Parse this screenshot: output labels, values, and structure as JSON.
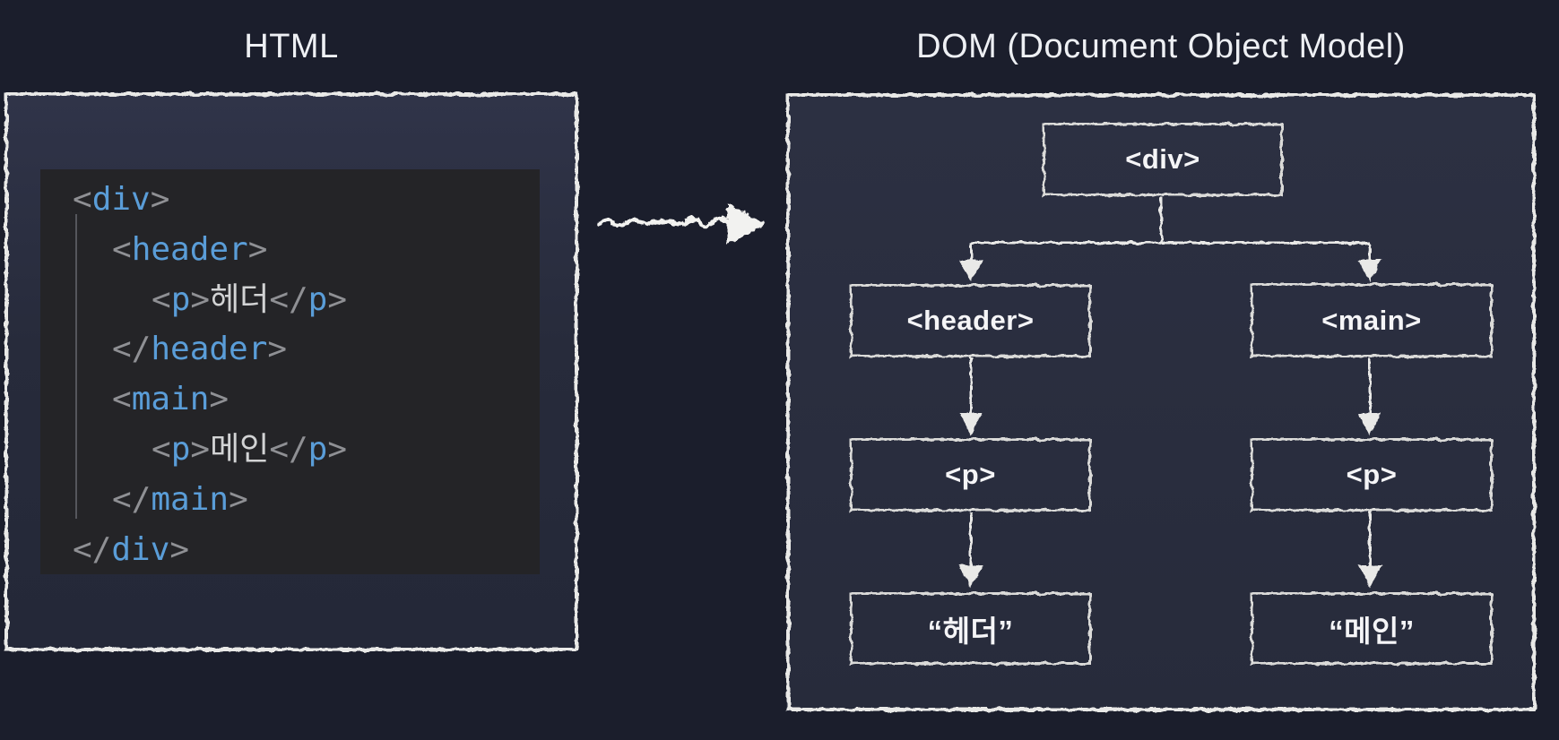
{
  "titles": {
    "html": "HTML",
    "dom": "DOM (Document Object Model)"
  },
  "colors": {
    "page_bg": "#1b1e2c",
    "panel_bg": "#272b3b",
    "chalk_stroke": "#e9e9e7",
    "code_bg": "#242427",
    "code_tag": "#5a9dd8",
    "code_punct": "#8f9094",
    "code_text": "#d2d3d4",
    "node_text": "#f5f5f7"
  },
  "code": {
    "lines": [
      {
        "indent": 0,
        "tokens": [
          {
            "c": "punct",
            "t": "<"
          },
          {
            "c": "tag",
            "t": "div"
          },
          {
            "c": "punct",
            "t": ">"
          }
        ]
      },
      {
        "indent": 1,
        "tokens": [
          {
            "c": "punct",
            "t": "<"
          },
          {
            "c": "tag",
            "t": "header"
          },
          {
            "c": "punct",
            "t": ">"
          }
        ]
      },
      {
        "indent": 2,
        "tokens": [
          {
            "c": "punct",
            "t": "<"
          },
          {
            "c": "tag",
            "t": "p"
          },
          {
            "c": "punct",
            "t": ">"
          },
          {
            "c": "text",
            "t": "헤더"
          },
          {
            "c": "punct",
            "t": "</"
          },
          {
            "c": "tag",
            "t": "p"
          },
          {
            "c": "punct",
            "t": ">"
          }
        ]
      },
      {
        "indent": 1,
        "tokens": [
          {
            "c": "punct",
            "t": "</"
          },
          {
            "c": "tag",
            "t": "header"
          },
          {
            "c": "punct",
            "t": ">"
          }
        ]
      },
      {
        "indent": 1,
        "tokens": [
          {
            "c": "punct",
            "t": "<"
          },
          {
            "c": "tag",
            "t": "main"
          },
          {
            "c": "punct",
            "t": ">"
          }
        ]
      },
      {
        "indent": 2,
        "tokens": [
          {
            "c": "punct",
            "t": "<"
          },
          {
            "c": "tag",
            "t": "p"
          },
          {
            "c": "punct",
            "t": ">"
          },
          {
            "c": "text",
            "t": "메인"
          },
          {
            "c": "punct",
            "t": "</"
          },
          {
            "c": "tag",
            "t": "p"
          },
          {
            "c": "punct",
            "t": ">"
          }
        ]
      },
      {
        "indent": 1,
        "tokens": [
          {
            "c": "punct",
            "t": "</"
          },
          {
            "c": "tag",
            "t": "main"
          },
          {
            "c": "punct",
            "t": ">"
          }
        ]
      },
      {
        "indent": 0,
        "tokens": [
          {
            "c": "punct",
            "t": "</"
          },
          {
            "c": "tag",
            "t": "div"
          },
          {
            "c": "punct",
            "t": ">"
          }
        ]
      }
    ]
  },
  "tree": {
    "nodes": [
      {
        "id": "div",
        "label": "<div>"
      },
      {
        "id": "header",
        "label": "<header>"
      },
      {
        "id": "main",
        "label": "<main>"
      },
      {
        "id": "p-left",
        "label": "<p>"
      },
      {
        "id": "p-right",
        "label": "<p>"
      },
      {
        "id": "text-left",
        "label": "“헤더”"
      },
      {
        "id": "text-right",
        "label": "“메인”"
      }
    ]
  }
}
